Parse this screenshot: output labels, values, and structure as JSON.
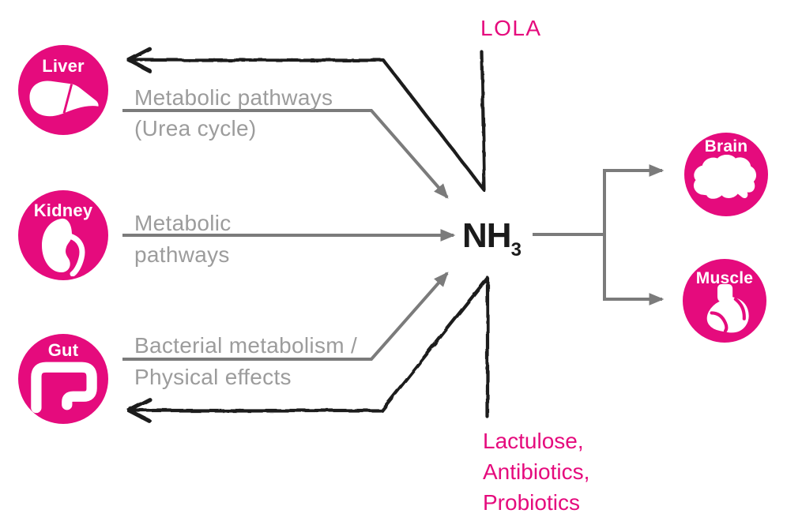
{
  "colors": {
    "pink": "#e50b7d",
    "gray_text": "#9c9c9c",
    "gray_arrow": "#7b7b7b",
    "black": "#1b1b1b"
  },
  "molecule": {
    "formula": "NH",
    "subscript": "3"
  },
  "treatments": {
    "top": "LOLA",
    "bottom": [
      "Lactulose,",
      "Antibiotics,",
      "Probiotics"
    ]
  },
  "organs": {
    "liver": "Liver",
    "kidney": "Kidney",
    "gut": "Gut",
    "brain": "Brain",
    "muscle": "Muscle"
  },
  "pathways": {
    "liver": [
      "Metabolic pathways",
      "(Urea cycle)"
    ],
    "kidney": [
      "Metabolic",
      "pathways"
    ],
    "gut": [
      "Bacterial metabolism /",
      "Physical effects"
    ]
  },
  "icons": [
    "liver-icon",
    "kidney-icon",
    "gut-icon",
    "brain-icon",
    "muscle-icon"
  ]
}
